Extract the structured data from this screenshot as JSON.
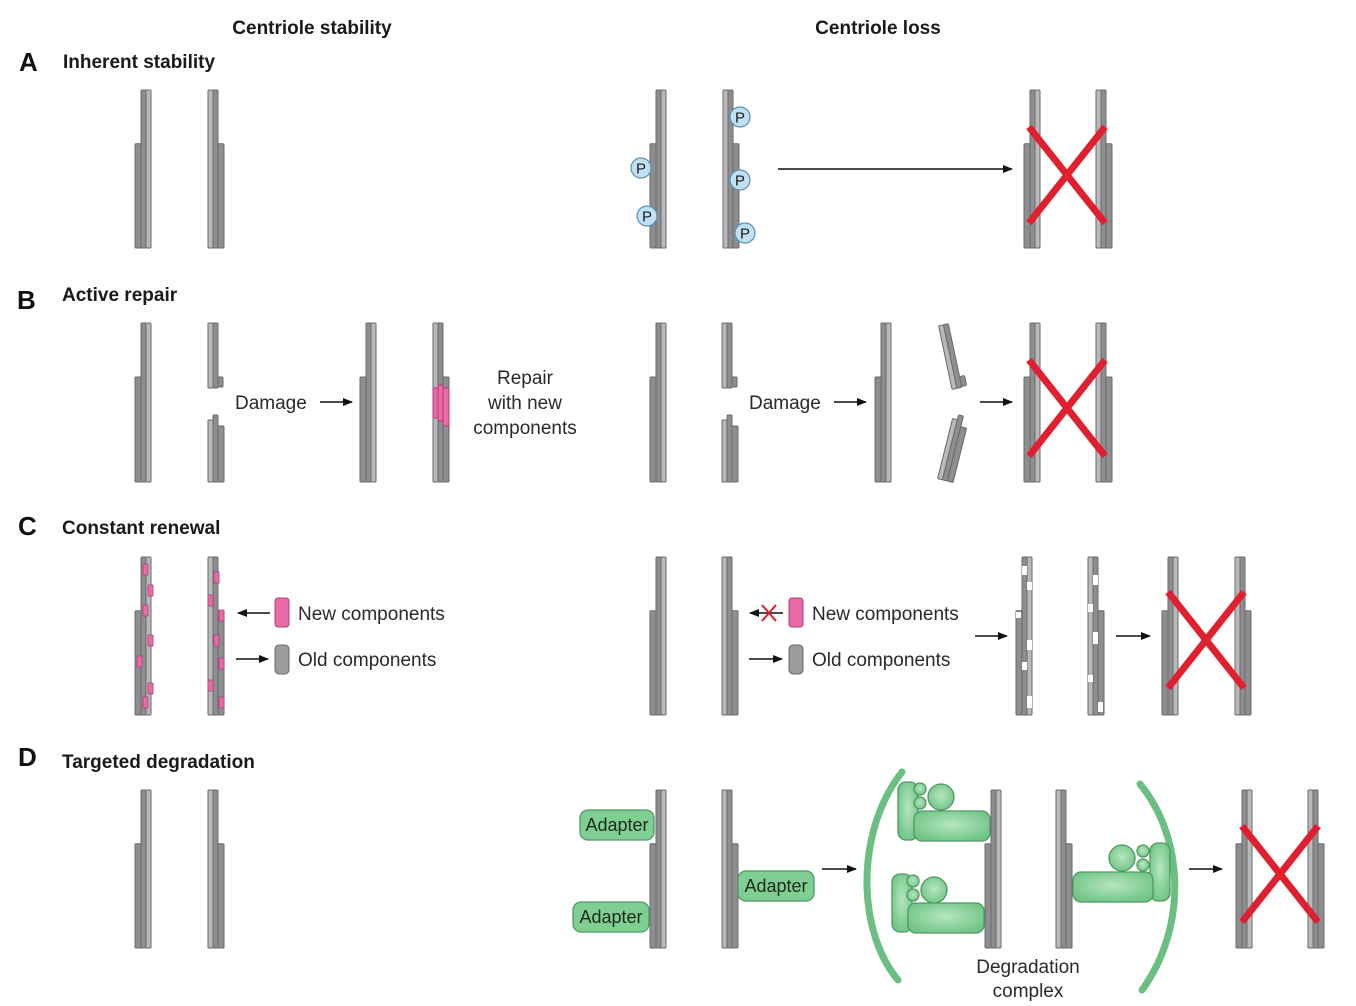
{
  "columns": {
    "left": "Centriole stability",
    "right": "Centriole loss"
  },
  "panels": [
    {
      "letter": "A",
      "title": "Inherent stability"
    },
    {
      "letter": "B",
      "title": "Active repair"
    },
    {
      "letter": "C",
      "title": "Constant renewal"
    },
    {
      "letter": "D",
      "title": "Targeted degradation"
    }
  ],
  "labels": {
    "phospho": "P",
    "damage": "Damage",
    "repair": [
      "Repair",
      "with new",
      "components"
    ],
    "new_components": "New components",
    "old_components": "Old components",
    "adapter": "Adapter",
    "degradation_complex": [
      "Degradation",
      "complex"
    ]
  },
  "colors": {
    "tube_light": "#b9b9bb",
    "tube_dark": "#8e8e90",
    "outline": "#6a6a6c",
    "new_component": "#e86aa6",
    "phospho_fill": "#bfe0f5",
    "adapter_fill": "#7fcf93",
    "adapter_stroke": "#4e9a62",
    "cross": "#e0202e"
  }
}
